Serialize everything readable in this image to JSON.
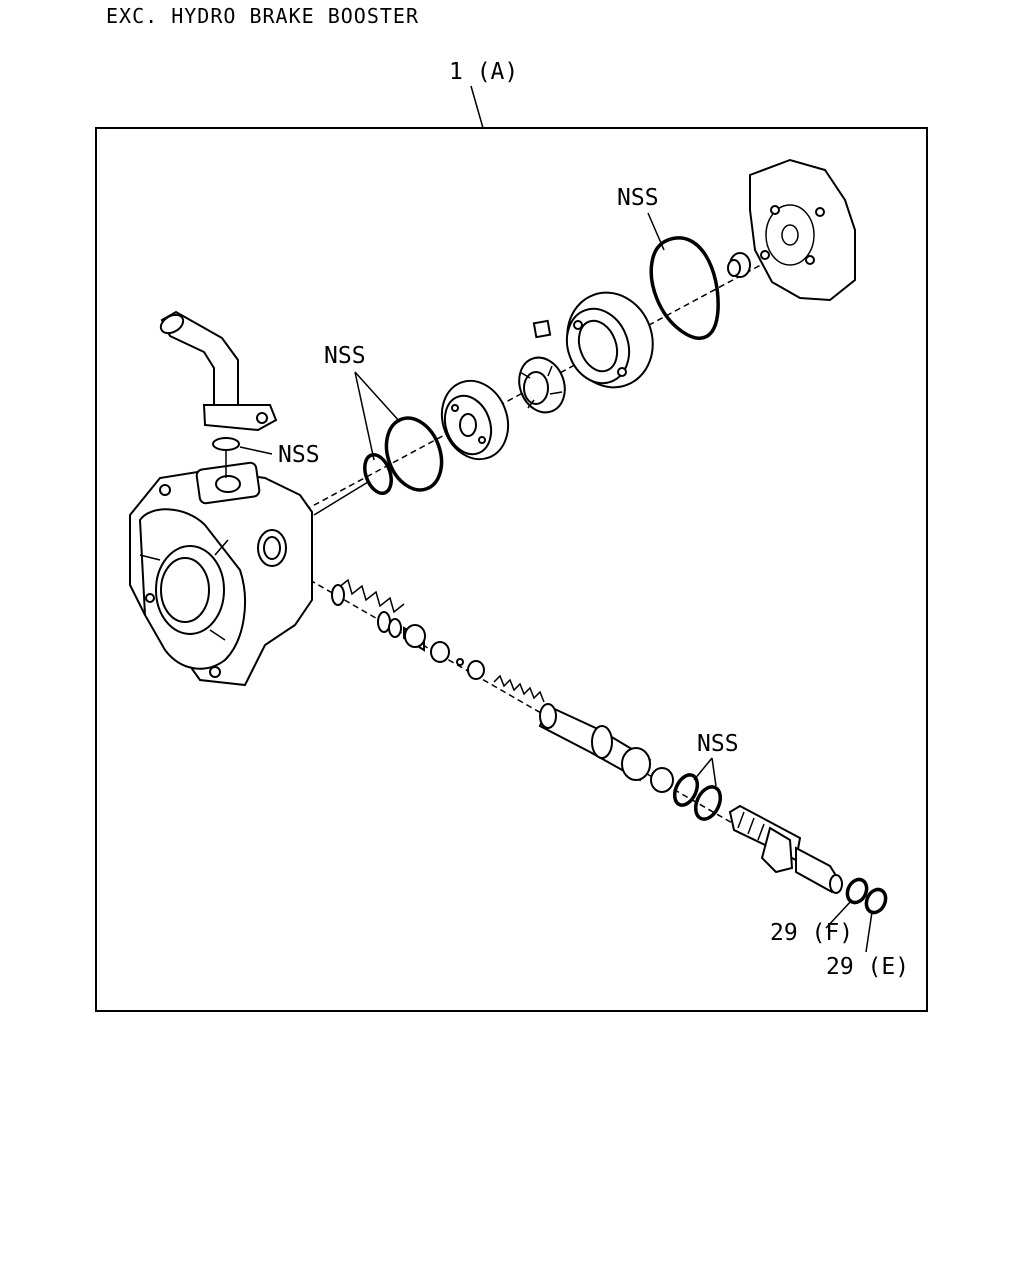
{
  "header": {
    "title": "EXC. HYDRO BRAKE BOOSTER"
  },
  "callouts": {
    "assembly": "1 (A)",
    "nss_top": "NSS",
    "nss_upper_left": "NSS",
    "nss_small_ring": "NSS",
    "nss_lower": "NSS",
    "ring_f": "29 (F)",
    "ring_e": "29 (E)"
  }
}
